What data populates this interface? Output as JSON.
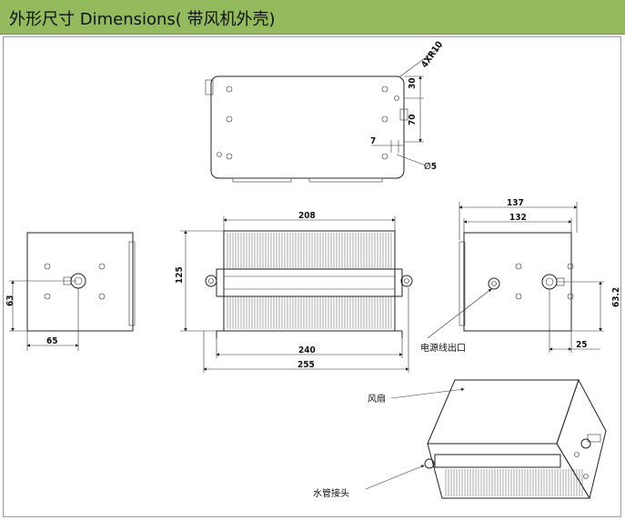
{
  "title": "外形尺寸  Dimensions( 带风机外壳)",
  "dimensions": {
    "top_chamfer": "4XR10",
    "top_30": "30",
    "top_70": "70",
    "top_7": "7",
    "top_hole": "∅5",
    "left_63": "63",
    "left_65": "65",
    "front_208": "208",
    "front_125": "125",
    "front_240": "240",
    "front_255": "255",
    "right_137": "137",
    "right_132": "132",
    "right_632": "63.2",
    "right_25": "25"
  },
  "labels": {
    "power_outlet": "电源线出口",
    "fan": "风扇",
    "water_fitting": "水管接头"
  }
}
